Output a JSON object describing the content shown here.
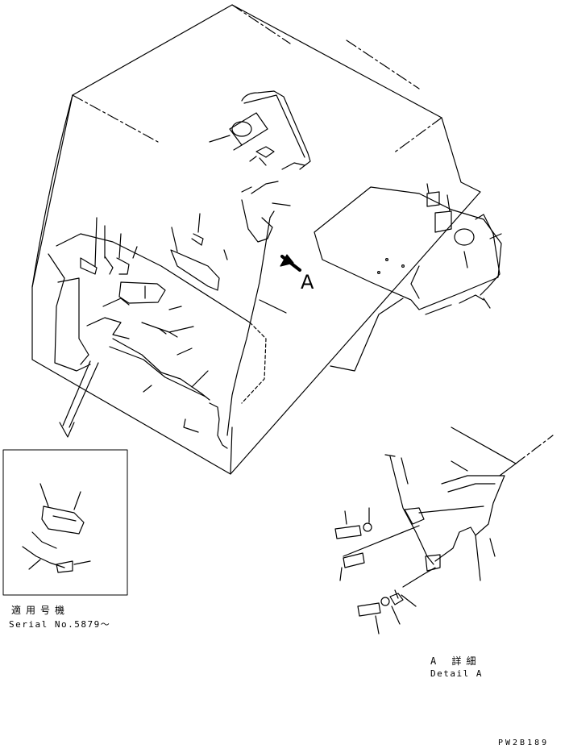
{
  "view_label": "A",
  "serial": {
    "title_jp": "適用号機",
    "text": "Serial No.5879～"
  },
  "detail": {
    "title_jp": "A 詳細",
    "text": "Detail A"
  },
  "drawing_id": "PW2B189"
}
